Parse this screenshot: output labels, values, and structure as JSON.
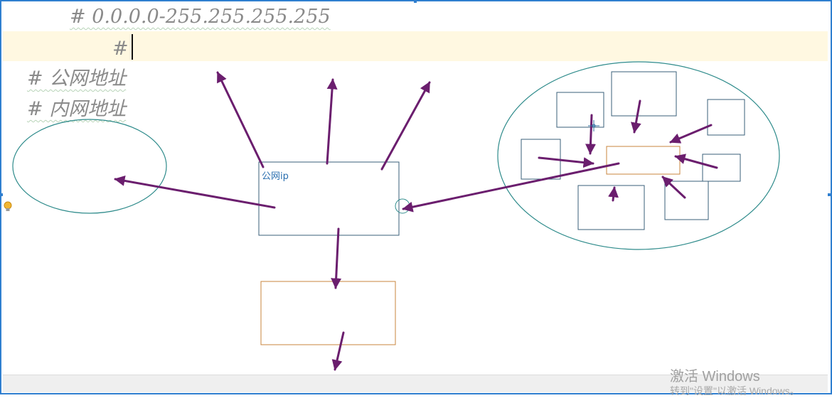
{
  "editor": {
    "line_range": "# 0.0.0.0-255.255.255.255",
    "line_current": "#",
    "line_public": "# 公网地址",
    "line_private": "# 内网地址"
  },
  "diagram": {
    "box_label": "公网ip",
    "stroke_teal": "#2e8b8b",
    "stroke_navy": "#3a5f7a",
    "stroke_orange": "#c8843c",
    "arrow_color": "#6b1e6e"
  },
  "watermark": {
    "title": "激活 Windows",
    "subtitle": "转到\"设置\"以激活 Windows。"
  },
  "icons": {
    "hint": "lightbulb-icon"
  }
}
